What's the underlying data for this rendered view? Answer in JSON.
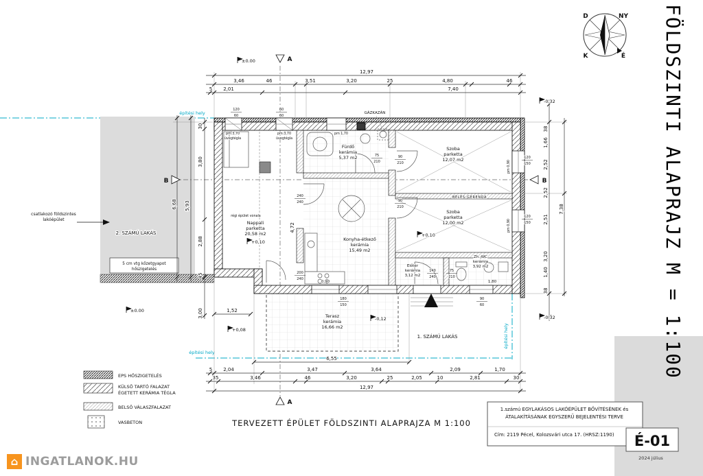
{
  "side_title": "FÖLDSZINTI ALAPRAJZ  M = 1:100",
  "compass": {
    "d": "D",
    "ny": "NY",
    "k": "K",
    "e": "É"
  },
  "markers": {
    "a": "A",
    "b": "B"
  },
  "levels": {
    "zero": "±0.00",
    "plus10": "+0,10",
    "plus08": "+0,08",
    "minus12": "-0,12",
    "minus32": "-0,32"
  },
  "site_label": "építési hely",
  "units": {
    "unit1": "1. SZÁMÚ LAKÁS",
    "unit2": "2. SZÁMÚ LAKÁS"
  },
  "rooms": {
    "furdo": {
      "name": "Fürdő",
      "mat": "kerámia",
      "area": "5,37 m2"
    },
    "szoba1": {
      "name": "Szoba",
      "mat": "parketta",
      "area": "12,07 m2"
    },
    "szoba2": {
      "name": "Szoba",
      "mat": "parketta",
      "area": "12,00 m2"
    },
    "nappali": {
      "name": "Nappali",
      "mat": "parketta",
      "area": "20,58 m2"
    },
    "konyha": {
      "name": "Konyha-étkező",
      "mat": "kerámia",
      "area": "15,49 m2"
    },
    "eloter": {
      "name": "Előtér",
      "mat": "kerámia",
      "area": "3,12 m2"
    },
    "zhwc": {
      "name": "Zh.-WC",
      "mat": "kerámia",
      "area": "3,92 m2"
    },
    "terasz": {
      "name": "Terasz",
      "mat": "kerámia",
      "area": "16,66 m2"
    }
  },
  "notes": {
    "gazkazan": "GÁZKAZÁN",
    "beles": "BÉLÉS-GERENDA",
    "regi": "régi épület vonala",
    "uveg_pm": "pm:3,70",
    "uveg": "üvegtégla",
    "pm170": "pm 1,70",
    "pm090": "pm 0,90",
    "csatl1": "csatlakozó földszintes",
    "csatl2": "lakóépület",
    "szig1": "5 cm vtg kőzetgyapot",
    "szig2": "hőszigetelés"
  },
  "dims": {
    "top": {
      "total": "12,97",
      "row2": [
        "3,46",
        "46",
        "3,51",
        "3,20",
        "25",
        "4,80",
        "46"
      ],
      "row3": [
        "5",
        "2,01",
        "7,40"
      ]
    },
    "bottom": {
      "terasz": "6,55",
      "left": "1,52",
      "row1": [
        "5",
        "2,04",
        "3,47",
        "3,64",
        "2,09",
        "1,70"
      ],
      "row2": [
        "35",
        "3,46",
        "46",
        "3,20",
        "25",
        "2,05",
        "10",
        "2,81",
        "30"
      ],
      "total": "12,97"
    },
    "left": {
      "row": [
        "30",
        "3,80",
        "2,88",
        "45"
      ],
      "v593": "5,93",
      "v668": "6,68",
      "v300": "3,00"
    },
    "right": {
      "row": [
        "38",
        "1,66",
        "2,52",
        "2,52",
        "2,51",
        "3,20",
        "1,40",
        "38"
      ],
      "v738": "7,38"
    },
    "inner": {
      "v472": "4,72"
    }
  },
  "openings": {
    "d90_210": [
      "90",
      "210"
    ],
    "d75_210": [
      "75",
      "210"
    ],
    "d140_240": [
      "140",
      "240"
    ],
    "d240_240": [
      "240",
      "240"
    ],
    "d200_240": [
      "200",
      "240"
    ],
    "w120_150": [
      "120",
      "150"
    ],
    "w180_150": [
      "180",
      "150"
    ],
    "w90_60": [
      "90",
      "60"
    ],
    "w120_60": [
      "120",
      "60"
    ],
    "w60_60": [
      "60",
      "60"
    ],
    "s090": "0,90",
    "s180": "1,80"
  },
  "legend": {
    "items": [
      {
        "l1": "EPS HŐSZIGETELÉS",
        "l2": ""
      },
      {
        "l1": "KÜLSŐ TARTÓ FALAZAT",
        "l2": "ÉGETETT KERÁMIA TÉGLA"
      },
      {
        "l1": "BELSŐ VÁLASZFALAZAT",
        "l2": ""
      },
      {
        "l1": "VASBETON",
        "l2": ""
      }
    ]
  },
  "footer": {
    "title": "TERVEZETT ÉPÜLET  FÖLDSZINTI ALAPRAJZA   M 1:100"
  },
  "title_block": {
    "line1": "1.számú EGYLAKÁSOS LAKÓÉPÜLET BŐVÍTÉSÉNEK és",
    "line2": "ÁTALAKÍTÁSÁNAK  EGYSZERŰ BEJELENTÉSI TERVE",
    "line3": "Cím:   2119 Pécel, Kolozsvári utca 17.    (HRSZ:1190)",
    "sheet": "É-01",
    "date": "2024 július"
  },
  "logo": {
    "text": "INGATLANOK.HU"
  },
  "colors": {
    "accent_cyan": "#00a8c6",
    "logo_orange": "#f7941e",
    "gray_fill": "#dbdbdb"
  }
}
